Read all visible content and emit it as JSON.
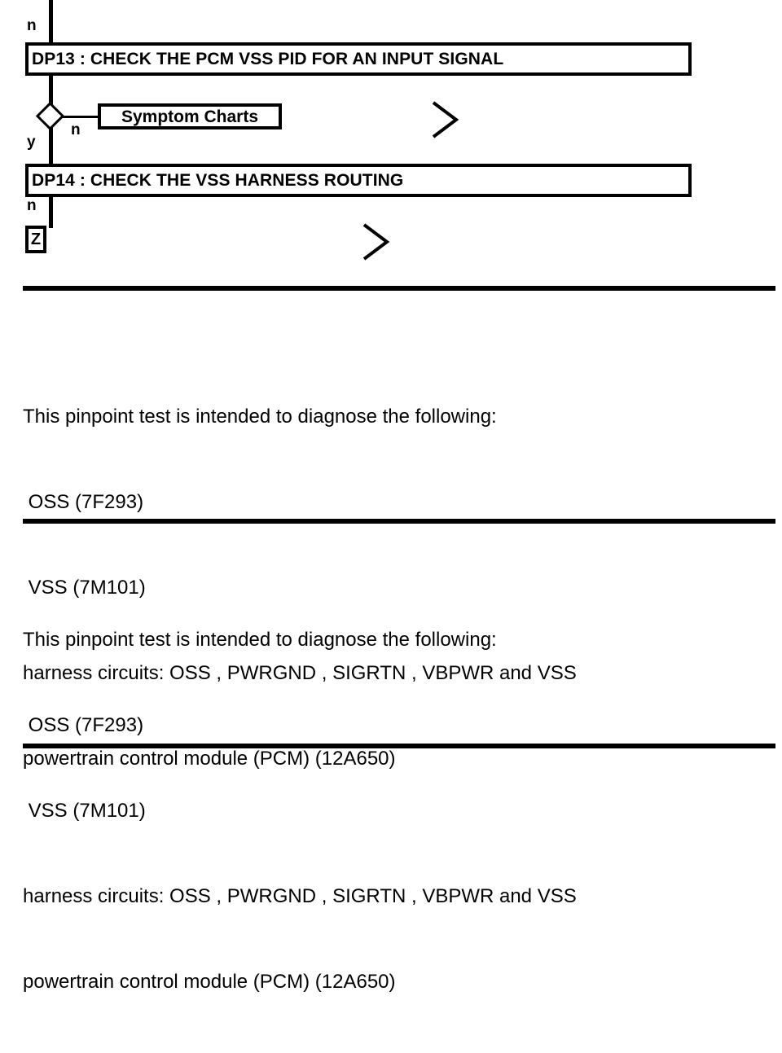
{
  "document": {
    "type": "pinpoint-test-flowchart",
    "background_color": "#ffffff",
    "ink_color": "#000000"
  },
  "flowchart": {
    "incoming_edge_label": "n",
    "steps": [
      {
        "id": "dp13",
        "label": "DP13 : CHECK THE PCM VSS PID FOR AN INPUT SIGNAL"
      },
      {
        "id": "dp14",
        "label": "DP14 : CHECK THE VSS HARNESS ROUTING"
      }
    ],
    "decision": {
      "yes_label": "y",
      "no_label": "n",
      "no_target": "Symptom Charts"
    },
    "terminal": {
      "label": "Z",
      "edge_label": "n"
    },
    "chevrons": [
      {
        "name": "chevron-row-1"
      },
      {
        "name": "chevron-row-2"
      }
    ]
  },
  "sections": [
    {
      "id": "section-1",
      "lines": [
        "This pinpoint test is intended to diagnose the following:",
        " OSS (7F293)",
        " VSS (7M101)",
        "harness circuits: OSS , PWRGND , SIGRTN , VBPWR and VSS",
        "powertrain control module (PCM) (12A650)"
      ]
    },
    {
      "id": "section-2",
      "lines": [
        "This pinpoint test is intended to diagnose the following:",
        " OSS (7F293)",
        " VSS (7M101)",
        "harness circuits: OSS , PWRGND , SIGRTN , VBPWR and VSS",
        "powertrain control module (PCM) (12A650)"
      ]
    }
  ]
}
